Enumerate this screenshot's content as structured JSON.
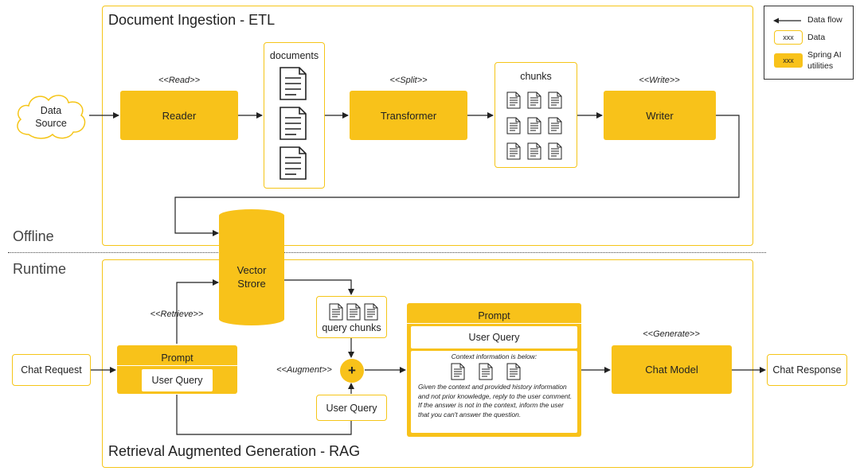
{
  "sections": {
    "etl_title": "Document Ingestion - ETL",
    "rag_title": "Retrieval Augmented Generation - RAG",
    "offline": "Offline",
    "runtime": "Runtime"
  },
  "legend": {
    "data_flow": "Data flow",
    "data_sample": "xxx",
    "data_label": "Data",
    "util_sample": "xxx",
    "util_label_1": "Spring AI",
    "util_label_2": "utilities"
  },
  "etl": {
    "data_source_1": "Data",
    "data_source_2": "Source",
    "read_stereo": "<<Read>>",
    "reader": "Reader",
    "documents": "documents",
    "split_stereo": "<<Split>>",
    "transformer": "Transformer",
    "chunks": "chunks",
    "write_stereo": "<<Write>>",
    "writer": "Writer"
  },
  "store": {
    "line1": "Vector",
    "line2": "Strore"
  },
  "rag": {
    "chat_request": "Chat Request",
    "retrieve_stereo": "<<Retrieve>>",
    "prompt_left_title": "Prompt",
    "prompt_left_query": "User Query",
    "query_chunks": "query chunks",
    "augment_stereo": "<<Augment>>",
    "plus": "+",
    "user_query_box": "User Query",
    "prompt_big_title": "Prompt",
    "prompt_big_query": "User Query",
    "context_info": "Context information is below:",
    "context_body": "Given the context and provided history information and not prior knowledge, reply to the user comment. If the answer is not in the context, inform the user that you can't answer the question.",
    "generate_stereo": "<<Generate>>",
    "chat_model": "Chat Model",
    "chat_response": "Chat Response"
  },
  "colors": {
    "accent": "#f8c21a",
    "border": "#f5c518",
    "line": "#222222"
  }
}
